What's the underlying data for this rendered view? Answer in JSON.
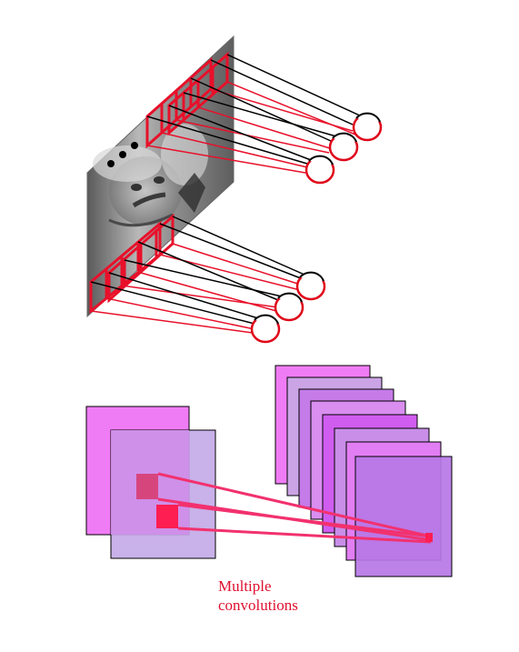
{
  "caption": {
    "line1": "Multiple",
    "line2": "convolutions"
  },
  "colors": {
    "connection_red": "#e8102a",
    "connection_black": "#000000",
    "neuron_stroke": "#e0061a",
    "map_magenta": "#f07cf5",
    "map_lavender": "#c2a6e6",
    "map_violet": "#b777e6",
    "filter_link": "#f2316e",
    "caption": "#e0102f"
  },
  "diagram": {
    "top_panel": "locally connected neurons on an image",
    "bottom_panel": "multiple convolution feature maps",
    "neuron_groups": 2,
    "neurons_per_group": 3,
    "input_maps": 2,
    "output_maps": 8
  }
}
